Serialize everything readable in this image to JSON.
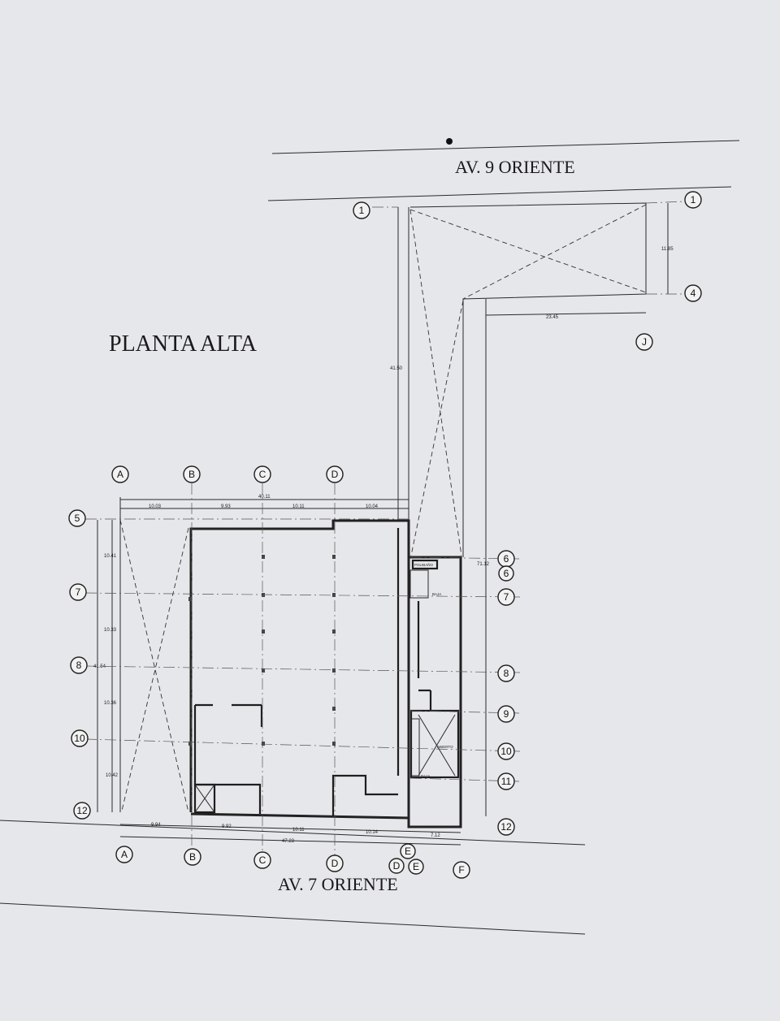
{
  "title": "PLANTA ALTA",
  "streets": {
    "north": "AV. 9 ORIENTE",
    "south": "AV. 7 ORIENTE"
  },
  "grid_axes": {
    "top": [
      "A",
      "B",
      "C",
      "D"
    ],
    "bottom": [
      "A",
      "B",
      "C",
      "D",
      "D",
      "E",
      "E",
      "F"
    ],
    "left": [
      "5",
      "7",
      "8",
      "10",
      "12"
    ],
    "right": [
      "6",
      "6",
      "7",
      "8",
      "9",
      "10",
      "11",
      "12"
    ],
    "north_annex": [
      "1",
      "1",
      "4",
      "J"
    ]
  },
  "dimensions": {
    "top_total": "40.11",
    "top_bays": [
      "10.03",
      "9.93",
      "10.11",
      "10.04"
    ],
    "bottom_total": "47.23",
    "bottom_bays": [
      "9.94",
      "9.92",
      "10.11",
      "10.14",
      "7.12"
    ],
    "left_total": "41.54",
    "left_bays": [
      "10.41",
      "10.33",
      "10.36",
      "10.42"
    ],
    "corridor_length": "41.50",
    "right_total": "71.12",
    "annex_width": "23.45",
    "annex_depth": "11.85"
  },
  "rooms": {
    "plumbing": "POLIBAÑO",
    "stair_down": "BAJA",
    "shaft": "ABIERTO",
    "stair_down_2": "BAJA"
  }
}
